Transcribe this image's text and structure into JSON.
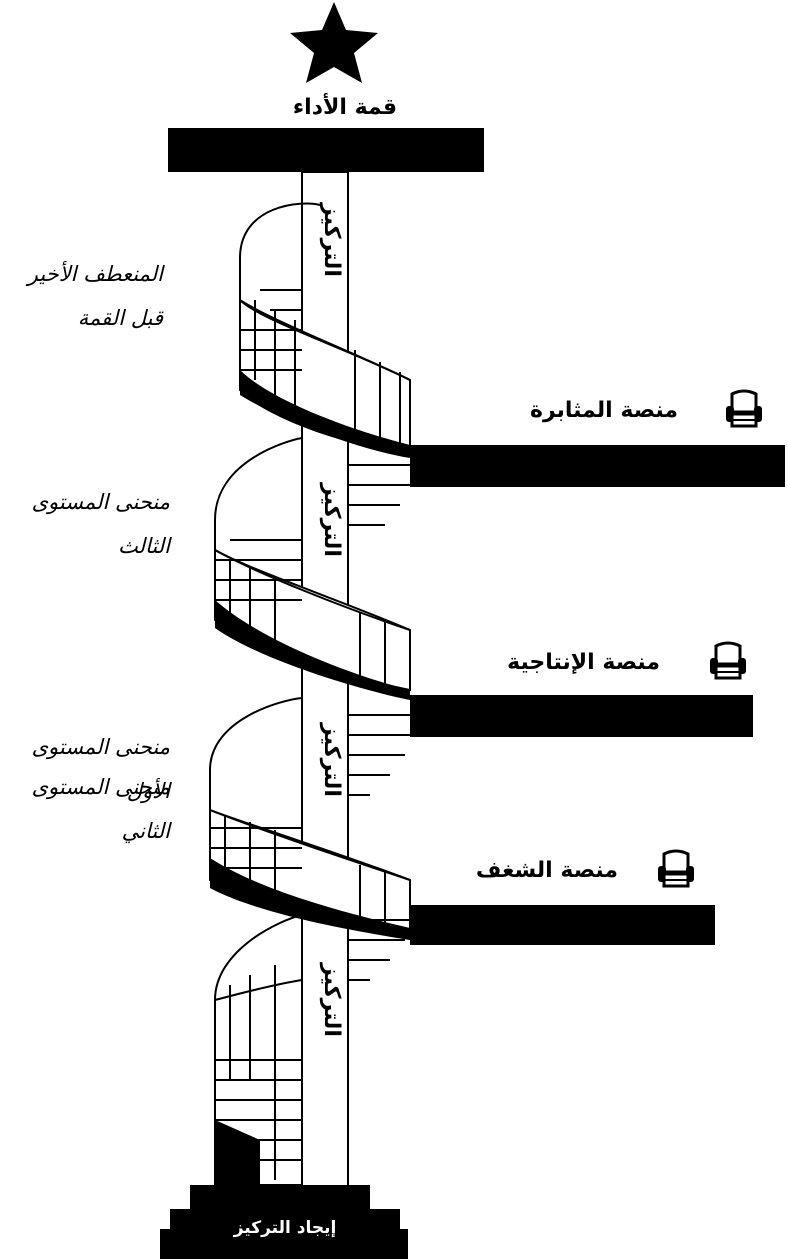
{
  "peak_label": "قمة الأداء",
  "base_label": "إيجاد التركيز",
  "column_label": "التركيز",
  "curves": [
    {
      "line1": "المنعطف الأخير",
      "line2": "قبل القمة"
    },
    {
      "line1": "منحنى المستوى",
      "line2": "الثالث"
    },
    {
      "line1": "منحنى المستوى",
      "line2": "الثاني"
    },
    {
      "line1": "منحنى المستوى",
      "line2": "الأول"
    }
  ],
  "platforms": [
    {
      "label": "منصة المثابرة",
      "icon": "armchair-icon"
    },
    {
      "label": "منصة الإنتاجية",
      "icon": "armchair-icon"
    },
    {
      "label": "منصة الشغف",
      "icon": "armchair-icon"
    }
  ],
  "colors": {
    "ink": "#000000",
    "paper": "#ffffff"
  }
}
